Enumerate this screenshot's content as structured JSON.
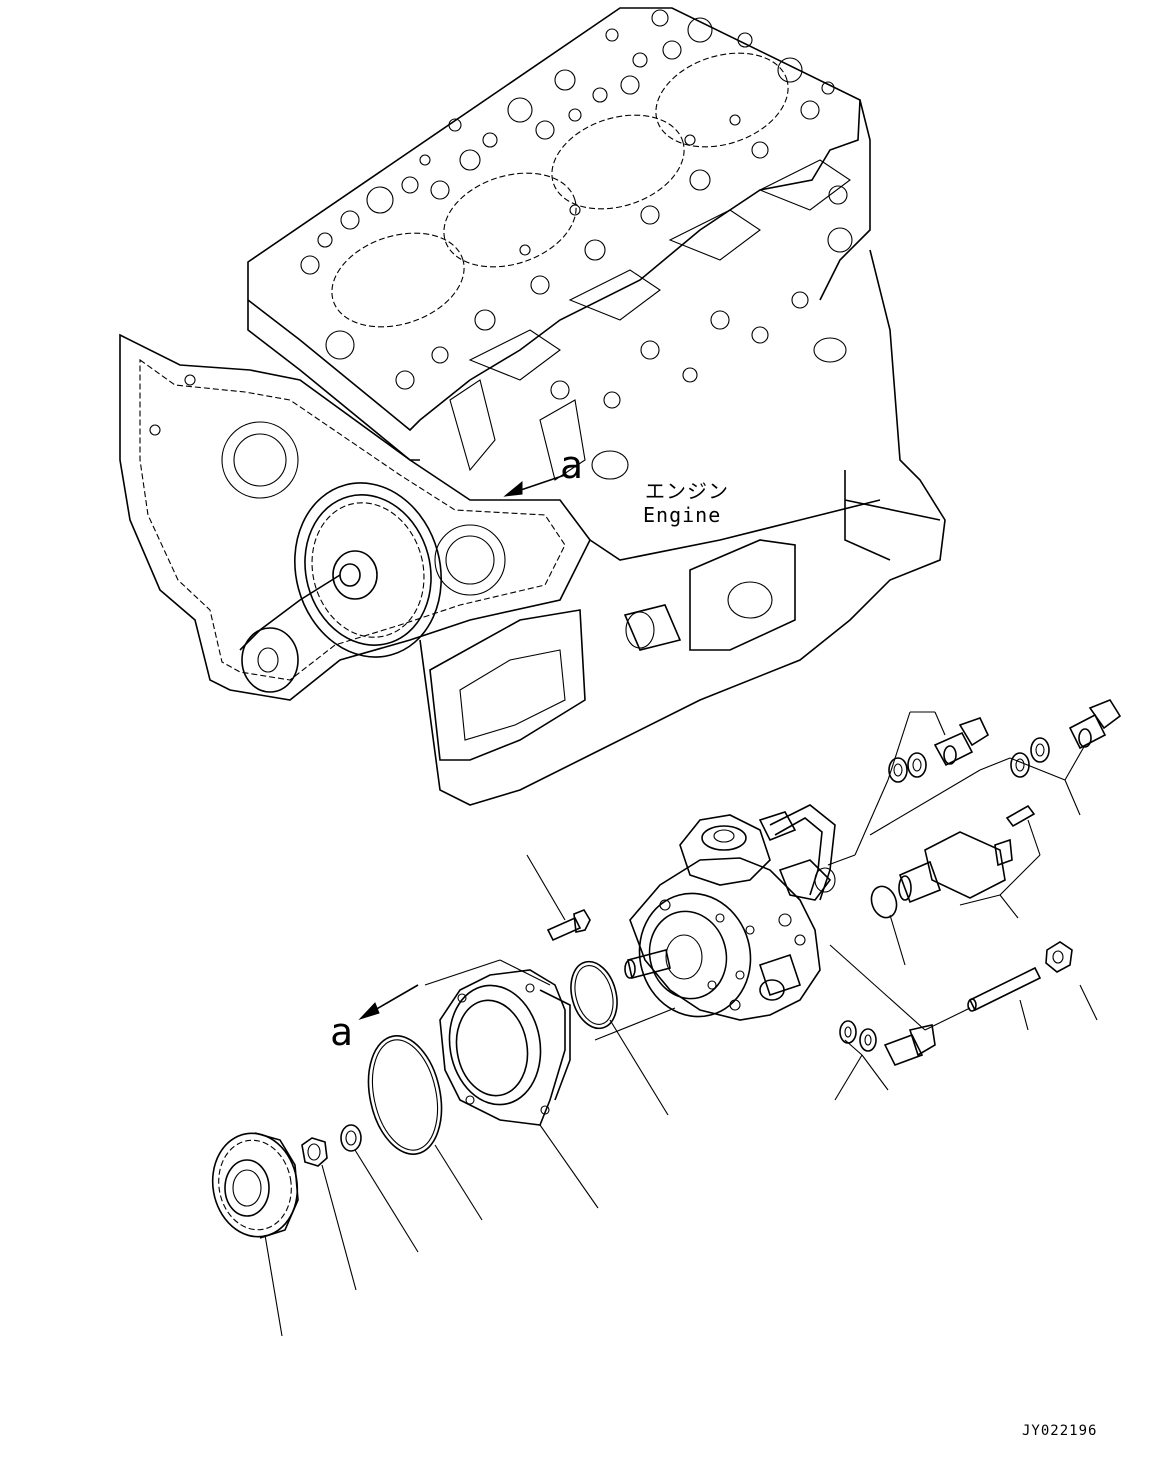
{
  "labels": {
    "engine_jp": "エンジン",
    "engine_en": "Engine",
    "view_ref_upper": "a",
    "view_ref_lower": "a",
    "drawing_number": "JY022196"
  },
  "colors": {
    "line": "#000000",
    "background": "#ffffff"
  }
}
